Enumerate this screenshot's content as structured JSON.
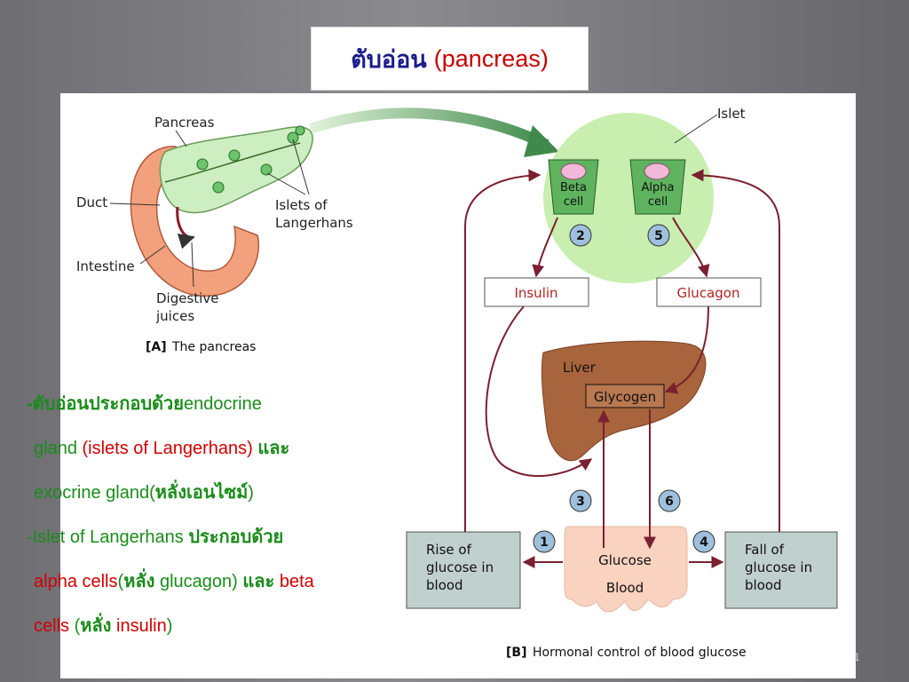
{
  "slide": {
    "title_thai": "ตับอ่อน",
    "title_english": "(pancreas)",
    "page_number": "1"
  },
  "panel_a": {
    "pancreas": "Pancreas",
    "duct": "Duct",
    "intestine": "Intestine",
    "islets_line1": "Islets of",
    "islets_line2": "Langerhans",
    "digestive_line1": "Digestive",
    "digestive_line2": "juices",
    "caption_tag": "[A]",
    "caption_text": "The pancreas"
  },
  "panel_b": {
    "islet": "Islet",
    "beta_line1": "Beta",
    "beta_line2": "cell",
    "alpha_line1": "Alpha",
    "alpha_line2": "cell",
    "insulin": "Insulin",
    "glucagon": "Glucagon",
    "liver": "Liver",
    "glycogen": "Glycogen",
    "glucose_line1": "Glucose",
    "glucose_line2": "Blood",
    "rise_line1": "Rise of",
    "rise_line2": "glucose in",
    "rise_line3": "blood",
    "fall_line1": "Fall of",
    "fall_line2": "glucose in",
    "fall_line3": "blood",
    "step1": "1",
    "step2": "2",
    "step3": "3",
    "step4": "4",
    "step5": "5",
    "step6": "6",
    "caption_tag": "[B]",
    "caption_text": "Hormonal control of blood glucose"
  },
  "notes": {
    "l1_a": "-ตับอ่อนประกอบด้วย",
    "l1_b": "endocrine",
    "l2_a": "gland ",
    "l2_b": "(islets of Langerhans)",
    "l2_c": " และ",
    "l3_a": "exocrine gland(",
    "l3_b": "หลั่งเอนไซม์",
    "l3_c": ")",
    "l4_a": "-Islet of Langerhans ",
    "l4_b": "ประกอบด้วย",
    "l5_a": "alpha cells",
    "l5_b": "(",
    "l5_c": "หลั่ง",
    "l5_d": " glucagon) ",
    "l5_e": "และ",
    "l5_f": " beta",
    "l6_a": "cells",
    "l6_b": " (",
    "l6_c": "หลั่ง",
    "l6_d": " insulin",
    "l6_e": ")"
  },
  "colors": {
    "title_thai": "#1a1a8c",
    "title_english": "#c80000",
    "green_text": "#1a8c1a",
    "red_text": "#d10000",
    "islet_fill": "#c8efb0",
    "liver_fill": "#a8643c",
    "glucose_fill": "#f9d2c0",
    "box_fill": "#c0d0cc",
    "arrow": "#7a2030"
  }
}
